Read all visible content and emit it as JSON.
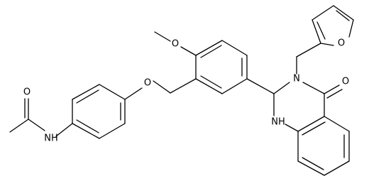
{
  "molecule": {
    "atoms": {
      "acetyl_o": "O",
      "amide_n": "NH",
      "ether_o": "O",
      "methoxy_o": "O",
      "furan_o": "O",
      "ring_n3": "N",
      "ring_nh": "NH",
      "carbonyl_o": "O"
    }
  },
  "colors": {
    "bond": "#000000",
    "label": "#000000",
    "background": "#ffffff"
  }
}
